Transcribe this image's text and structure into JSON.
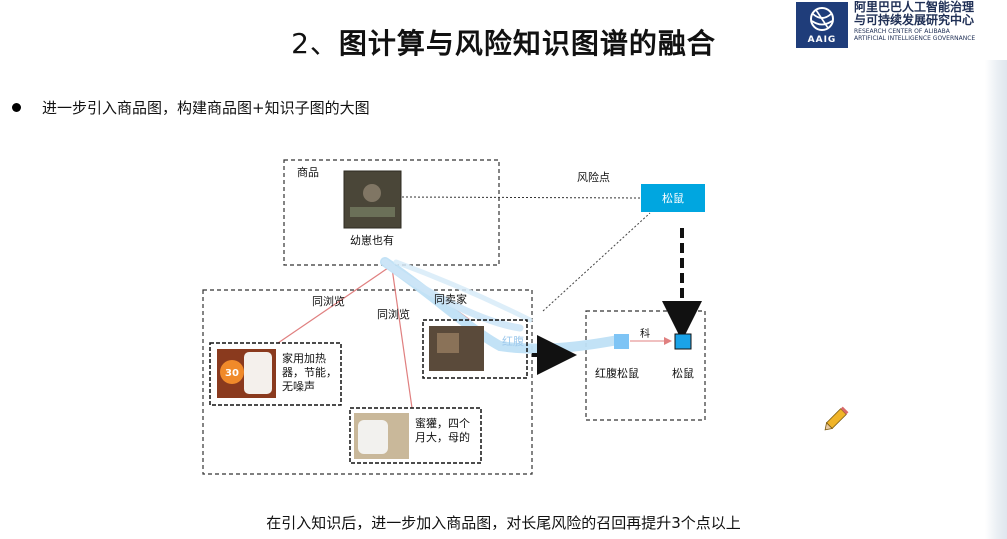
{
  "header": {
    "title_num": "2、",
    "title_main": "图计算与风险知识图谱的融合"
  },
  "logo": {
    "badge": "AAIG",
    "name_line1": "阿里巴巴人工智能治理",
    "name_line2": "与可持续发展研究中心",
    "sub_line1": "RESEARCH CENTER OF ALIBABA",
    "sub_line2": "ARTIFICIAL INTELLIGENCE GOVERNANCE"
  },
  "bullet": {
    "text": "进一步引入商品图，构建商品图+知识子图的大图"
  },
  "diagram": {
    "product_box_label": "商品",
    "center_item_label": "幼崽也有",
    "risk_point_label": "风险点",
    "risk_node_label": "松鼠",
    "rel_browse_1": "同浏览",
    "rel_browse_2": "同浏览",
    "rel_seller": "同卖家",
    "heater_label_1": "家用加热",
    "heater_label_2": "器，节能，",
    "heater_label_3": "无噪声",
    "heater_badge": "30",
    "pet_label_1": "蜜獾，四个",
    "pet_label_2": "月大，母的",
    "flow_label": "红腹",
    "kg_rel_label": "科",
    "kg_node_left_label": "红腹松鼠",
    "kg_node_right_label": "松鼠",
    "colors": {
      "risk_node": "#00a6e0",
      "kg_node_left": "#7ec4f5",
      "kg_node_right": "#1aa3e8",
      "flow": "#bfe0f6",
      "link_red": "#e08080"
    }
  },
  "footer": {
    "text": "在引入知识后，进一步加入商品图，对长尾风险的召回再提升3个点以上"
  }
}
